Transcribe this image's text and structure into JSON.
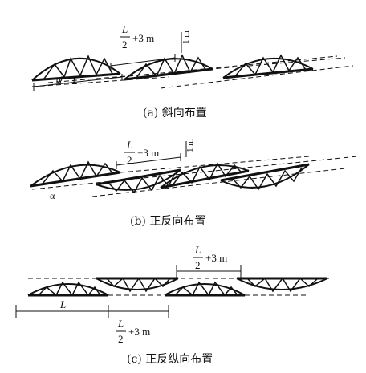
{
  "captions": {
    "a": "(a) 斜向布置",
    "b": "(b) 正反向布置",
    "c": "(c) 正反纵向布置"
  },
  "labels": {
    "L": "L",
    "two": "2",
    "plus3m": "+3 m",
    "one_m": "1 m",
    "alpha": "α"
  }
}
